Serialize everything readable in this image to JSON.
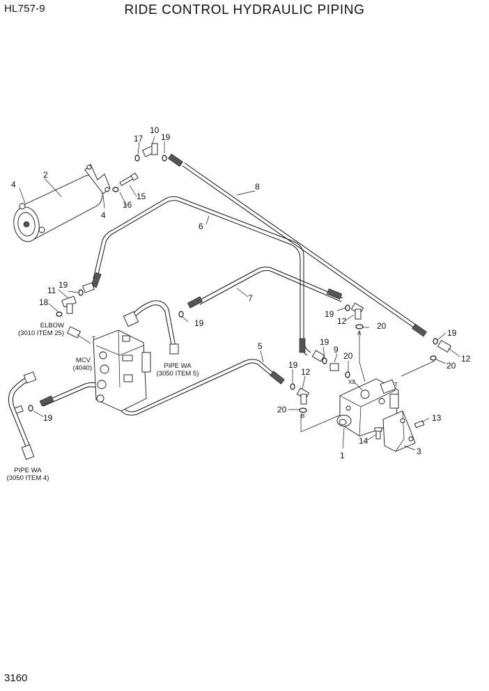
{
  "header": {
    "model": "HL757-9",
    "title": "RIDE CONTROL HYDRAULIC PIPING"
  },
  "footer": {
    "page_number": "3160"
  },
  "callouts": {
    "c1": "1",
    "c2": "2",
    "c3": "3",
    "c4a": "4",
    "c4b": "4",
    "c5": "5",
    "c6": "6",
    "c7": "7",
    "c8": "8",
    "c9": "9",
    "c10": "10",
    "c11": "11",
    "c12a": "12",
    "c12b": "12",
    "c12c": "12",
    "c13": "13",
    "c14": "14",
    "c15": "15",
    "c16": "16",
    "c17": "17",
    "c18": "18",
    "c19a": "19",
    "c19b": "19",
    "c19c": "19",
    "c19d": "19",
    "c19e": "19",
    "c19f": "19",
    "c19g": "19",
    "c19h": "19",
    "c20a": "20",
    "c20b": "20",
    "c20c": "20",
    "c20d": "20"
  },
  "references": {
    "elbow": "ELBOW",
    "elbow_ref": "(3010 ITEM 25)",
    "mcv": "MCV",
    "mcv_ref": "(4040)",
    "pipe_wa_upper": "PIPE WA",
    "pipe_wa_upper_ref": "(3050 ITEM 5)",
    "pipe_wa_lower": "PIPE WA",
    "pipe_wa_lower_ref": "(3050 ITEM 4)"
  },
  "ports": {
    "a": "A",
    "b": "B",
    "t_valve": "T",
    "t_mcv": "T",
    "x2": "X2"
  }
}
